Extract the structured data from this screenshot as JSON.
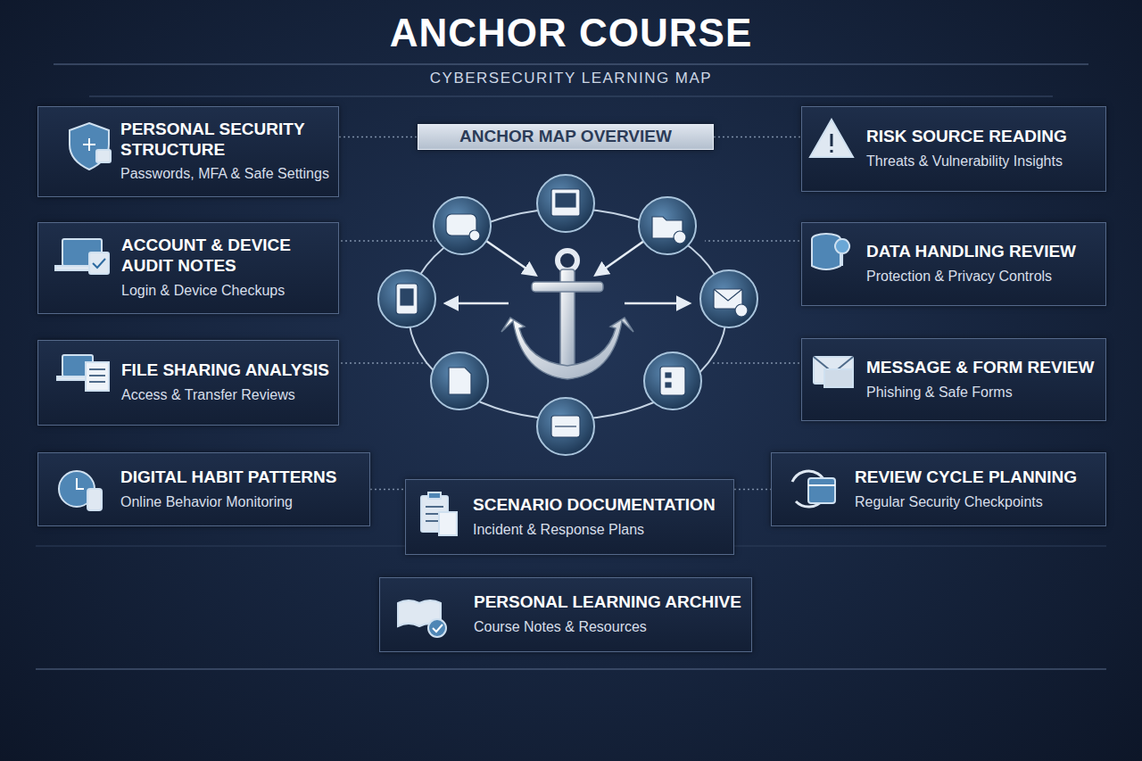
{
  "diagram": {
    "title": "ANCHOR COURSE",
    "nodes": [
      {
        "text": [
          "PERSONAL SECURITY STRUCTURE",
          "Passwords, MFA & Safe Settings"
        ]
      },
      {
        "text": [
          "ANCHOR MAP OVERVIEW"
        ]
      },
      {
        "text": [
          "RISK SOURCE READING",
          "Threats & Vulnerability Insights"
        ]
      },
      {
        "text": [
          "ACCOUNT & DEVICE AUDIT NOTES",
          "Login & Device Checkups"
        ]
      },
      {
        "text": [
          "DATA HANDLING REVIEW",
          "Protection & Privacy Controls"
        ]
      },
      {
        "text": [
          "FILE SHARING ANALYSIS",
          "Access & Transfer Reviews"
        ]
      },
      {
        "text": [
          "MESSAGE & FORM REVIEW",
          "Phishing & Safe Forms"
        ]
      },
      {
        "text": [
          "DIGITAL HABIT PATTERNS",
          "Online Behavior Monitoring"
        ]
      },
      {
        "text": [
          "SCENARIO DOCUMENTATION",
          "Incident & Response Plans"
        ]
      },
      {
        "text": [
          "REVIEW CYCLE PLANNING",
          "Regular Security Checkpoints"
        ]
      },
      {
        "text": [
          "PERSONAL LEARNING ARCHIVE",
          "Course Notes & Resources"
        ]
      }
    ],
    "edges": [
      {
        "from": 0,
        "to": 1,
        "arrow": "none"
      },
      {
        "from": 1,
        "to": 2,
        "arrow": "none"
      },
      {
        "from": 7,
        "to": 8,
        "arrow": "none"
      },
      {
        "from": 8,
        "to": 9,
        "arrow": "none"
      }
    ],
    "labels": [
      "CYBERSECURITY LEARNING MAP"
    ]
  }
}
